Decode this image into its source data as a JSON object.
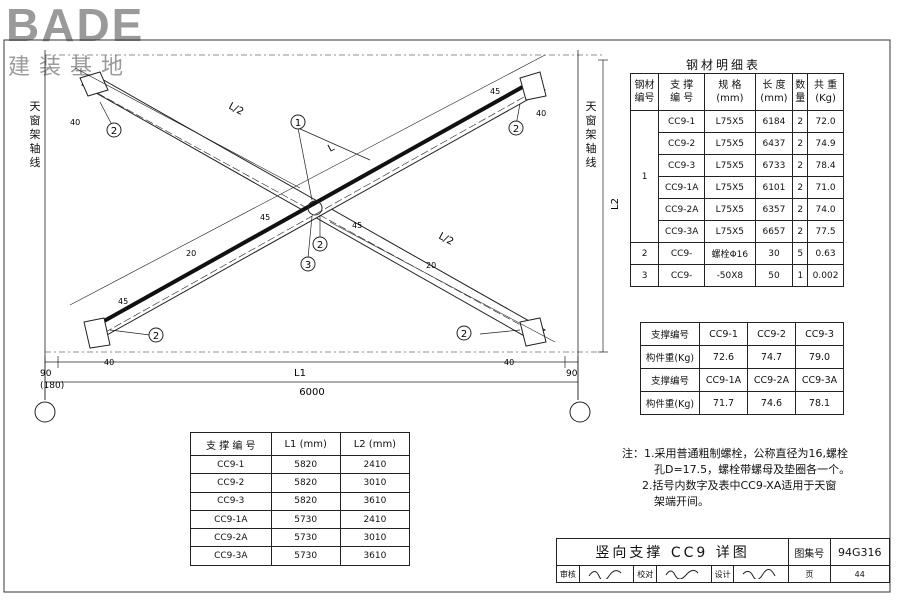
{
  "logo": {
    "main": "BADE",
    "sub": "建装基地"
  },
  "drawing": {
    "axis_label_left": "天窗架轴线",
    "axis_label_right": "天窗架轴线",
    "dim_L1": "L1",
    "dim_L2": "L2",
    "dim_total": "6000",
    "dim_90_left": "90",
    "dim_180": "(180)",
    "dim_90_right": "90",
    "label_L_half_top": "L/2",
    "label_L_half_bottom": "L/2",
    "label_L": "L",
    "offset_40": "40",
    "offset_45": "45",
    "offset_20": "20",
    "callout_1": "1",
    "callout_2": "2",
    "callout_3": "3"
  },
  "steel_table": {
    "title": "钢材明细表",
    "headers": [
      "钢材\n编号",
      "支 撑\n编 号",
      "规 格\n(mm)",
      "长 度\n(mm)",
      "数\n量",
      "共 重\n(Kg)"
    ],
    "groups": [
      {
        "no": "1",
        "rows": [
          [
            "CC9-1",
            "L75X5",
            "6184",
            "2",
            "72.0"
          ],
          [
            "CC9-2",
            "L75X5",
            "6437",
            "2",
            "74.9"
          ],
          [
            "CC9-3",
            "L75X5",
            "6733",
            "2",
            "78.4"
          ],
          [
            "CC9-1A",
            "L75X5",
            "6101",
            "2",
            "71.0"
          ],
          [
            "CC9-2A",
            "L75X5",
            "6357",
            "2",
            "74.0"
          ],
          [
            "CC9-3A",
            "L75X5",
            "6657",
            "2",
            "77.5"
          ]
        ]
      },
      {
        "no": "2",
        "rows": [
          [
            "CC9-",
            "螺栓Φ16",
            "30",
            "5",
            "0.63"
          ]
        ]
      },
      {
        "no": "3",
        "rows": [
          [
            "CC9-",
            "-50X8",
            "50",
            "1",
            "0.002"
          ]
        ]
      }
    ]
  },
  "weight_table": {
    "rows": [
      [
        "支撑编号",
        "CC9-1",
        "CC9-2",
        "CC9-3"
      ],
      [
        "构件重(Kg)",
        "72.6",
        "74.7",
        "79.0"
      ],
      [
        "支撑编号",
        "CC9-1A",
        "CC9-2A",
        "CC9-3A"
      ],
      [
        "构件重(Kg)",
        "71.7",
        "74.6",
        "78.1"
      ]
    ]
  },
  "l_table": {
    "headers": [
      "支 撑 编 号",
      "L1 (mm)",
      "L2 (mm)"
    ],
    "rows": [
      [
        "CC9-1",
        "5820",
        "2410"
      ],
      [
        "CC9-2",
        "5820",
        "3010"
      ],
      [
        "CC9-3",
        "5820",
        "3610"
      ],
      [
        "CC9-1A",
        "5730",
        "2410"
      ],
      [
        "CC9-2A",
        "5730",
        "3010"
      ],
      [
        "CC9-3A",
        "5730",
        "3610"
      ]
    ]
  },
  "notes": {
    "prefix": "注：",
    "line1": "1.采用普通粗制螺栓，公称直径为16,螺栓",
    "line1b": "孔D=17.5，螺栓带螺母及垫圈各一个。",
    "line2": "2.括号内数字及表中CC9-XA适用于天窗",
    "line2b": "架端开间。"
  },
  "title_block": {
    "title": "竖向支撑 CC9 详图",
    "atlas_label": "图集号",
    "atlas_no": "94G316",
    "review": "审核",
    "check": "校对",
    "design": "设计",
    "page_label": "页",
    "page_no": "44"
  }
}
